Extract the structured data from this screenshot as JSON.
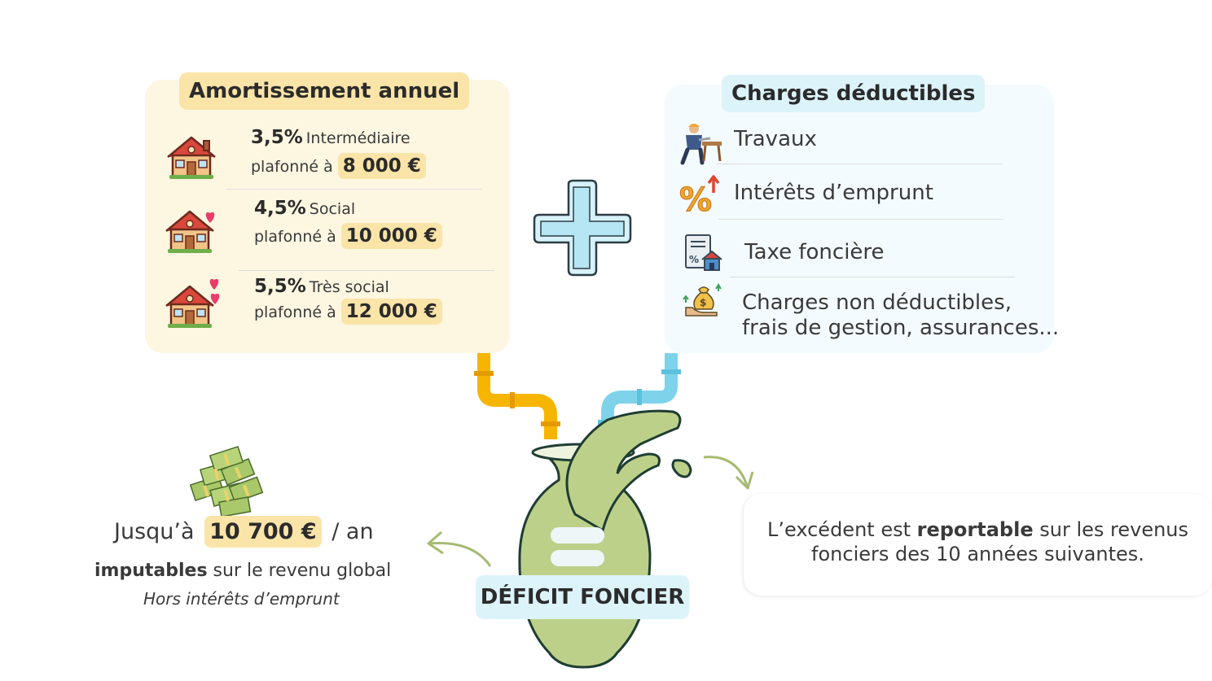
{
  "amortissement": {
    "title": "Amortissement annuel",
    "items": [
      {
        "rate": "3,5%",
        "level": "Intermédiaire",
        "cap_label": "plafonné à",
        "amount": "8 000 €"
      },
      {
        "rate": "4,5%",
        "level": "Social",
        "cap_label": "plafonné à",
        "amount": "10 000 €"
      },
      {
        "rate": "5,5%",
        "level": "Très social",
        "cap_label": "plafonné à",
        "amount": "12 000 €"
      }
    ]
  },
  "charges": {
    "title": "Charges déductibles",
    "items": [
      {
        "label": "Travaux",
        "icon": "worker-saw-icon"
      },
      {
        "label": "Intérêts d’emprunt",
        "icon": "percent-up-icon"
      },
      {
        "label": "Taxe foncière",
        "icon": "tax-document-house-icon"
      },
      {
        "label": "Charges non déductibles, frais de gestion, assurances...",
        "icon": "money-bag-hand-icon"
      }
    ]
  },
  "deficit": {
    "label": "DÉFICIT FONCIER"
  },
  "left_result": {
    "prefix": "Jusqu’à",
    "amount": "10 700 €",
    "suffix": "/ an",
    "imputables_bold": "imputables",
    "imputables_rest": " sur le revenu global",
    "note": "Hors intérêts d’emprunt"
  },
  "right_result": {
    "part1": "L’excédent est ",
    "bold": "reportable",
    "part2": " sur les revenus fonciers des 10 années suivantes."
  },
  "colors": {
    "yellow_card": "#fdf6e1",
    "yellow_highlight": "#fae4a8",
    "blue_card": "#f4fbfe",
    "blue_highlight": "#dcf3fa",
    "yellow_pipe": "#f6b500",
    "blue_pipe": "#7ed3ea",
    "jar_green": "#bdd08a",
    "jar_outline": "#1e3d33",
    "arrow_green": "#a5bb73"
  }
}
